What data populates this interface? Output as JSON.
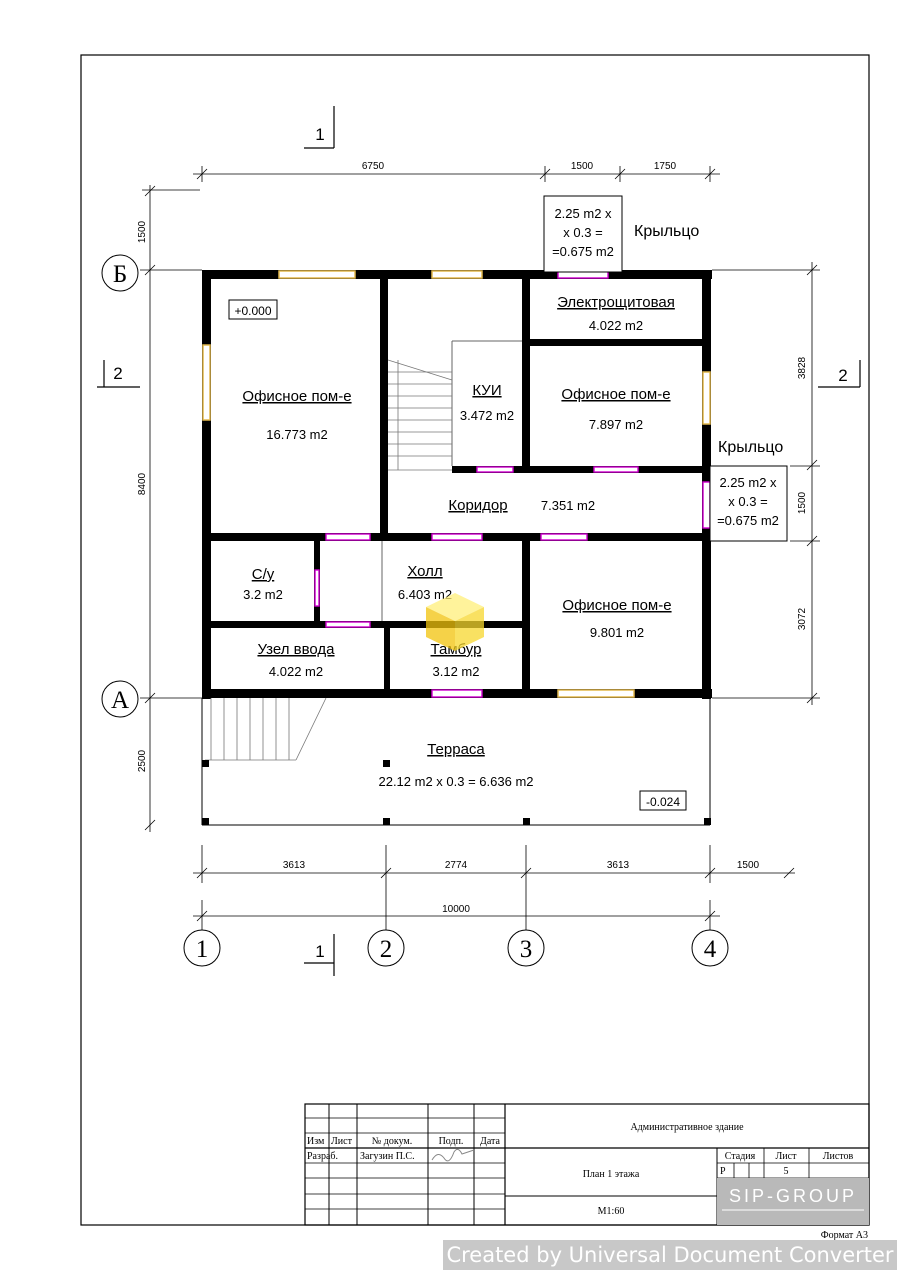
{
  "plan": {
    "rooms": [
      {
        "name": "Офисное пом-е",
        "area": "16.773 m2"
      },
      {
        "name": "КУИ",
        "area": "3.472 m2"
      },
      {
        "name": "Электрощитовая",
        "area": "4.022 m2"
      },
      {
        "name": "Офисное пом-е",
        "area": "7.897 m2"
      },
      {
        "name": "Коридор",
        "area": "7.351 m2"
      },
      {
        "name": "С/у",
        "area": "3.2 m2"
      },
      {
        "name": "Холл",
        "area": "6.403 m2"
      },
      {
        "name": "Узел ввода",
        "area": "4.022 m2"
      },
      {
        "name": "Тамбур",
        "area": "3.12 m2"
      },
      {
        "name": "Офисное пом-е",
        "area": "9.801 m2"
      }
    ],
    "terrace": {
      "name": "Терраса",
      "area": "22.12 m2 x 0.3 = 6.636 m2"
    },
    "porch_top": {
      "label": "Крыльцо",
      "calc": [
        "2.25 m2 x",
        "x 0.3 =",
        "=0.675 m2"
      ]
    },
    "porch_right": {
      "label": "Крыльцо",
      "calc": [
        "2.25 m2 x",
        "x 0.3 =",
        "=0.675 m2"
      ]
    },
    "levels": {
      "floor": "+0.000",
      "terrace": "-0.024"
    },
    "axes": {
      "letters": [
        "Б",
        "А"
      ],
      "numbers": [
        "1",
        "2",
        "3",
        "4"
      ]
    },
    "section_marks": {
      "s1": "1",
      "s2": "2"
    },
    "dimensions": {
      "top": [
        "6750",
        "1500",
        "1750"
      ],
      "left": [
        "1500",
        "8400",
        "2500"
      ],
      "right": [
        "3828",
        "1500",
        "3072"
      ],
      "bottom": [
        "3613",
        "2774",
        "3613",
        "1500"
      ],
      "overall": "10000"
    }
  },
  "title_block": {
    "project": "Административное здание",
    "sheet_title": "План 1 этажа",
    "scale": "М1:60",
    "headers": {
      "izm": "Изм",
      "list": "Лист",
      "doc": "№ докум.",
      "sign": "Подп.",
      "date": "Дата"
    },
    "role": "Разраб.",
    "author": "Загузин П.С.",
    "stage_label": "Стадия",
    "sheet_label": "Лист",
    "sheets_label": "Листов",
    "stage_value": "Р",
    "sheet_number": "5",
    "logo": "SIP-GROUP",
    "format": "Формат А3"
  },
  "watermark": "Created by Universal Document Converter",
  "colors": {
    "wall": "#000000",
    "window": "#f3d27a",
    "door": "#d000d0",
    "marker": "#ffd83a"
  }
}
